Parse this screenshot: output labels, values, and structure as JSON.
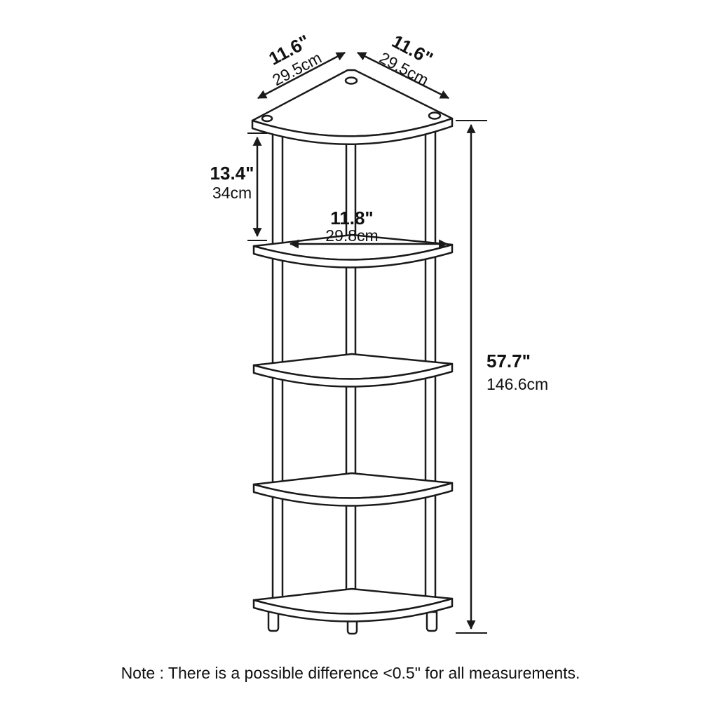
{
  "diagram": {
    "subject": "5-tier corner shelf dimension drawing",
    "dims": {
      "top_left": {
        "in": "11.6\"",
        "cm": "29.5cm"
      },
      "top_right": {
        "in": "11.6\"",
        "cm": "29.5cm"
      },
      "gap": {
        "in": "13.4\"",
        "cm": "34cm"
      },
      "width": {
        "in": "11.8\"",
        "cm": "29.8cm"
      },
      "height": {
        "in": "57.7\"",
        "cm": "146.6cm"
      }
    },
    "note": "Note : There is a possible difference <0.5\" for all measurements.",
    "colors": {
      "line": "#1a1a1a",
      "background": "#ffffff"
    }
  }
}
